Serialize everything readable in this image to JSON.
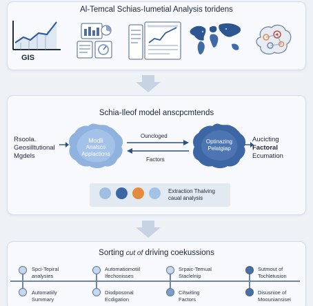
{
  "top": {
    "title": "Al-Temcal Schias-Iumetial Analysis toridens",
    "gis_label": "GIS",
    "thumbnails": [
      "line-chart-icon",
      "dashboard-icon",
      "report-icon",
      "world-map-icon",
      "brain-icon"
    ]
  },
  "middle": {
    "title": "Schia-Ileof model anscpcmtends",
    "left_text": [
      "Rsoola.",
      "Geosilltutional",
      "Mgdels"
    ],
    "left_blob": [
      "Modli",
      "Analsco",
      "Applactions"
    ],
    "right_blob": [
      "Optinazing",
      "Pelatgiap"
    ],
    "arrow_top_label": "Ouncloged",
    "arrow_bottom_label": "Factors",
    "right_text": {
      "line1": "Aucicting",
      "line2": "Factoral",
      "line3": "Ecumation"
    },
    "legend_text": [
      "Extraction Thalving",
      "caual analysis"
    ],
    "legend_colors": [
      "#9fbfe2",
      "#3d66a4",
      "#e48b3e",
      "#a3c3e6"
    ]
  },
  "bottom": {
    "title_prefix": "Sorting",
    "title_italic": "cut of",
    "title_suffix": "driving coekussions",
    "upper_items": [
      [
        "Spci-Tepiral",
        "analysies"
      ],
      [
        "Automatiomotiil",
        "Ifechonisses"
      ],
      [
        "Srpaic-Temual",
        "Staclelnip"
      ],
      [
        "Sutmout of",
        "Tochletusion"
      ]
    ],
    "lower_items": [
      [
        "Automatiily",
        "Summary"
      ],
      [
        "Diodposonal",
        "Ecdigation"
      ],
      [
        "Cihwiting",
        "Factors"
      ],
      [
        "Disusnioe of",
        "Moouniansisei"
      ]
    ]
  }
}
